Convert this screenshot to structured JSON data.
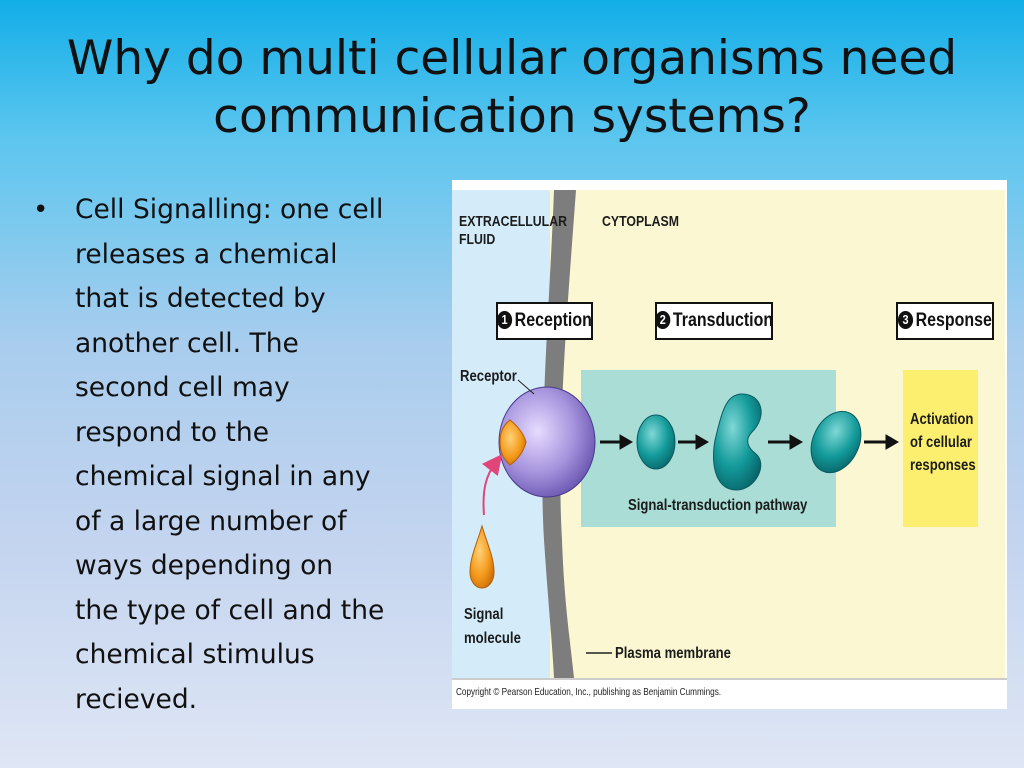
{
  "slide": {
    "title_lines": [
      "Why do multi cellular organisms need",
      "communication systems?"
    ],
    "bullet_lines": [
      "Cell Signalling: one cell",
      "releases a chemical",
      "that is detected by",
      "another cell. The",
      "second cell may",
      "respond to the",
      "chemical signal in any",
      "of a large number of",
      "ways depending on",
      "the type of cell and the",
      "chemical stimulus",
      "recieved."
    ],
    "bullet_marker": "•"
  },
  "figure": {
    "extracellular_lines": [
      "EXTRACELLULAR",
      "FLUID"
    ],
    "cytoplasm": "CYTOPLASM",
    "steps": [
      {
        "number": "1",
        "label": "Reception"
      },
      {
        "number": "2",
        "label": "Transduction"
      },
      {
        "number": "3",
        "label": "Response"
      }
    ],
    "receptor": "Receptor",
    "pathway": "Signal-transduction pathway",
    "activation_lines": [
      "Activation",
      "of cellular",
      "responses"
    ],
    "signal_lines": [
      "Signal",
      "molecule"
    ],
    "membrane": "Plasma membrane",
    "copyright": "Copyright © Pearson Education, Inc., publishing as Benjamin Cummings."
  },
  "colors": {
    "extracellular_fill": "#d4ecfa",
    "cytoplasm_fill": "#fbf7d2",
    "membrane": "#7d7d7d",
    "pathway_box": "#a9ddd6",
    "response_box": "#fcef70",
    "receptor": "#9a87d4",
    "signal_molecule": "#f49a1b",
    "relay_protein": "#139a9a",
    "arrow_pink": "#e2457a"
  }
}
